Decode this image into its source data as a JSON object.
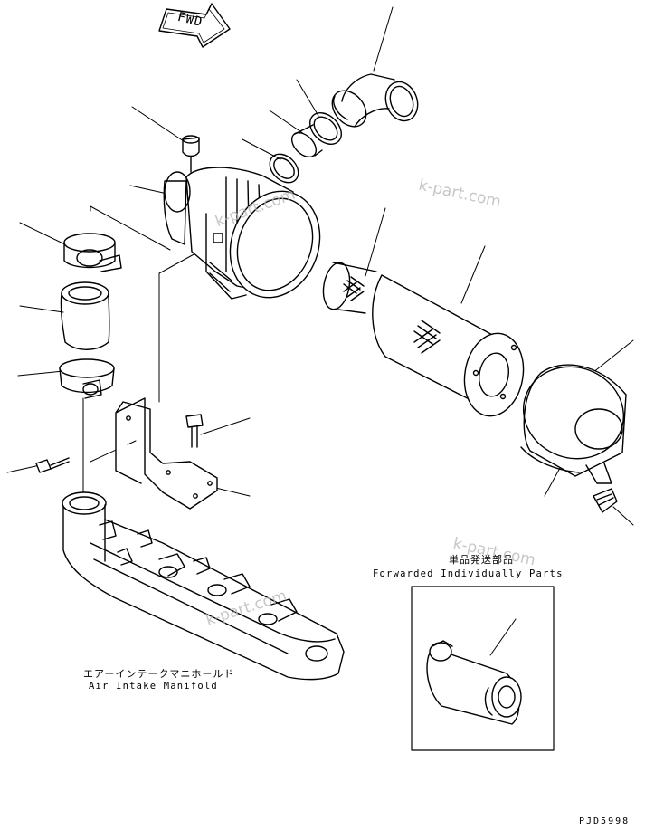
{
  "direction_tag": "FWD",
  "manifold_label": {
    "jp": "エアーインテークマニホールド",
    "en": "Air Intake Manifold"
  },
  "forwarded_label": {
    "jp": "単品発送部品",
    "en": "Forwarded Individually Parts"
  },
  "watermark": "k-part.com",
  "page_code": "PJD5998"
}
